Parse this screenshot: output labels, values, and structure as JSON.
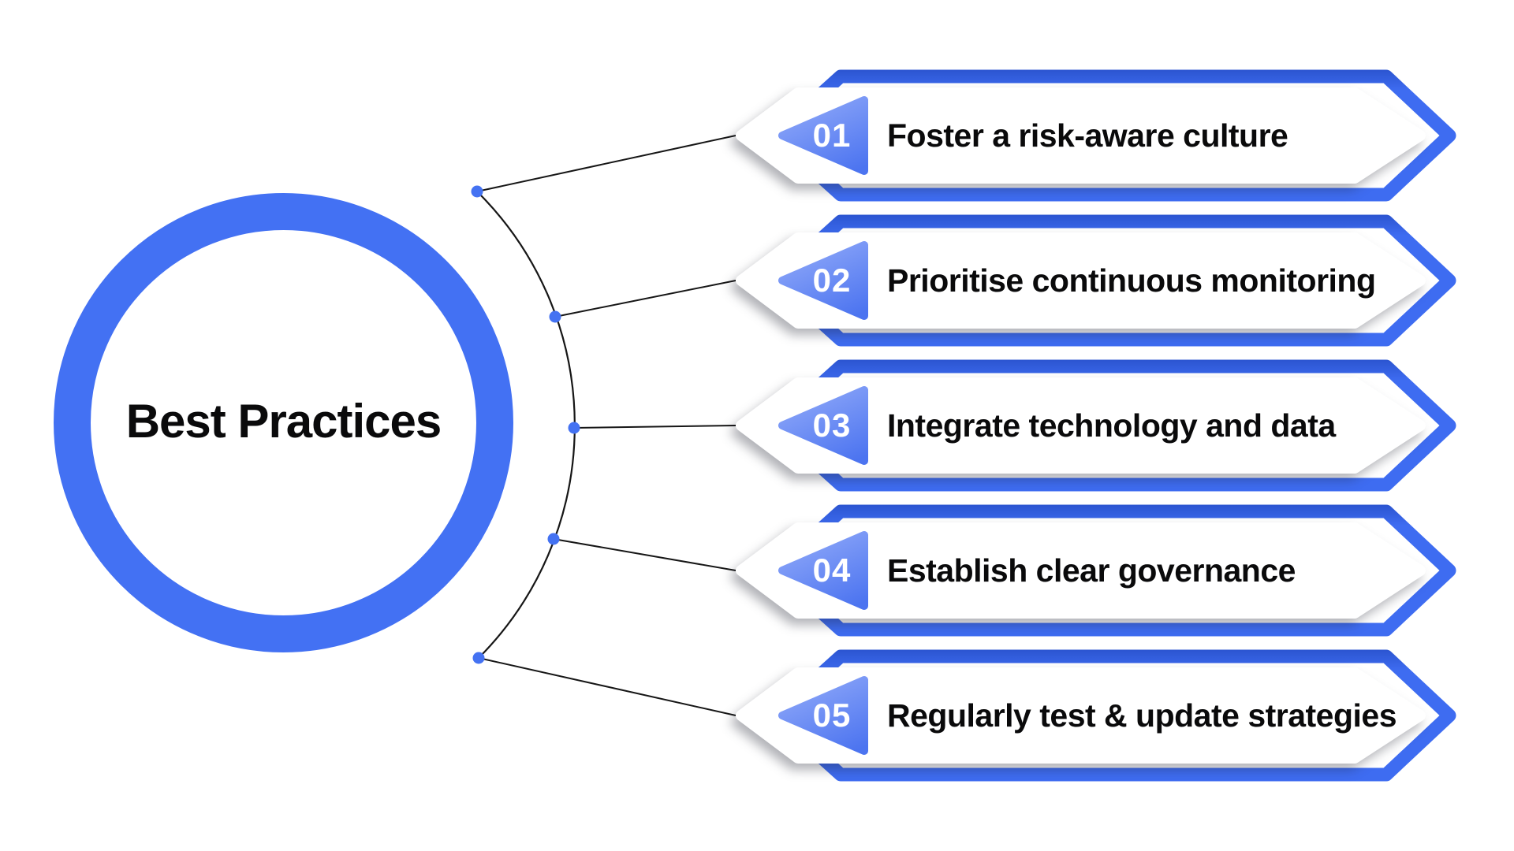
{
  "hub": {
    "label": "Best Practices"
  },
  "items": [
    {
      "number": "01",
      "label": "Foster a risk-aware culture"
    },
    {
      "number": "02",
      "label": "Prioritise continuous monitoring"
    },
    {
      "number": "03",
      "label": "Integrate technology and data"
    },
    {
      "number": "04",
      "label": "Establish clear governance"
    },
    {
      "number": "05",
      "label": "Regularly test & update strategies"
    }
  ],
  "colors": {
    "primary_blue": "#3e6cf1",
    "ring_blue": "#4371f3",
    "frame_top_shade": "#2b54cf",
    "badge_gradient_start": "#8ba5f8",
    "badge_gradient_end": "#4c74f0",
    "dot_blue": "#4472f2",
    "connector_black": "#161616",
    "text_black": "#0a0a0b",
    "card_white": "#ffffff",
    "background": "#ffffff"
  }
}
